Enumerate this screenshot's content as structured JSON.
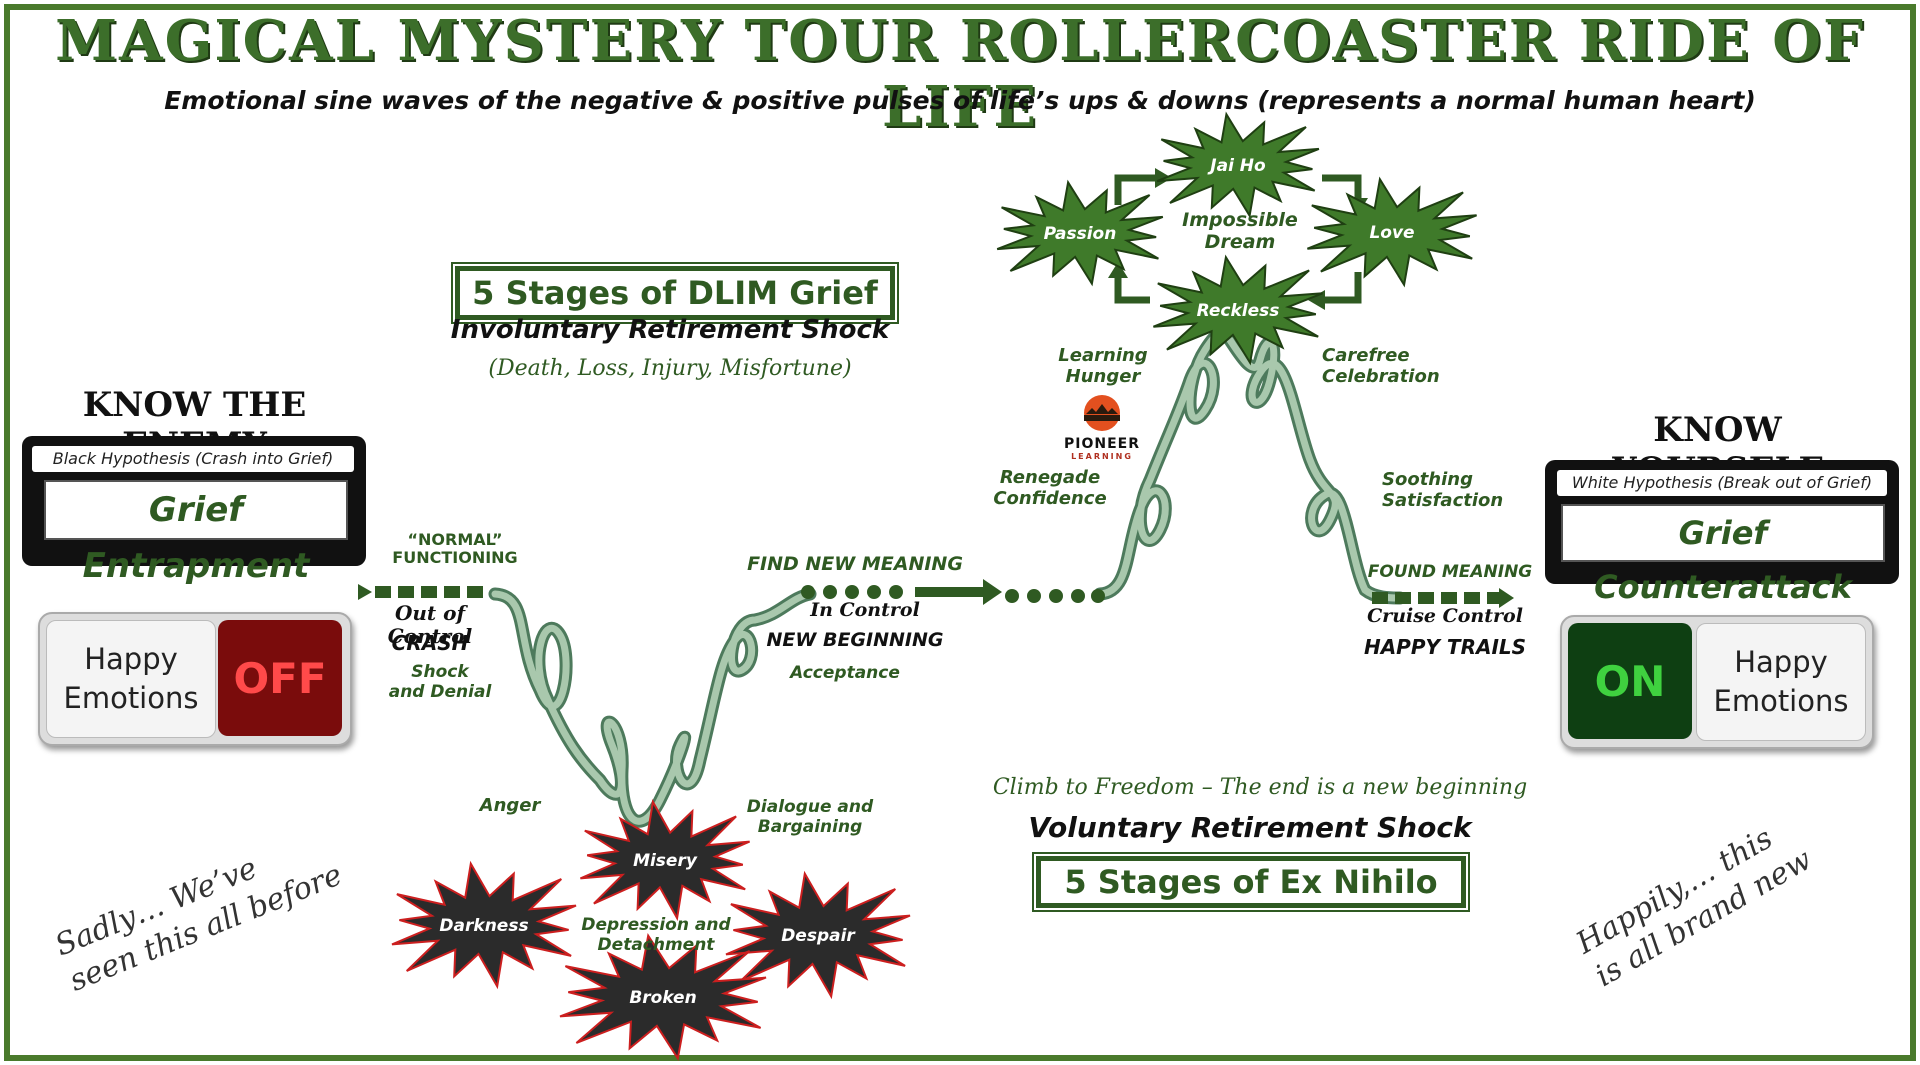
{
  "title": "MAGICAL MYSTERY TOUR ROLLERCOASTER RIDE OF LIFE",
  "subtitle": "Emotional sine waves of the negative & positive pulses of life’s ups & downs (represents a normal human heart)",
  "left_panel": {
    "heading": "KNOW THE ENEMY",
    "hypothesis": "Black Hypothesis (Crash into Grief)",
    "label": "Grief Entrapment",
    "switch_text_line1": "Happy",
    "switch_text_line2": "Emotions",
    "switch_state": "OFF"
  },
  "right_panel": {
    "heading": "KNOW YOURSELF",
    "hypothesis": "White Hypothesis (Break out of Grief)",
    "label": "Grief Counterattack",
    "switch_text_line1": "Happy",
    "switch_text_line2": "Emotions",
    "switch_state": "ON"
  },
  "grief_box": {
    "title": "5 Stages of DLIM Grief",
    "subtitle": "Involuntary Retirement Shock",
    "note": "(Death, Loss, Injury, Misfortune)"
  },
  "nihilo_box": {
    "title": "5 Stages of Ex Nihilo",
    "subtitle": "Voluntary Retirement Shock",
    "note": "Climb to Freedom – The end is a new beginning"
  },
  "labels": {
    "normal_line1": "“NORMAL”",
    "normal_line2": "FUNCTIONING",
    "out_of_control": "Out of Control",
    "crash": "CRASH",
    "shock_line1": "Shock",
    "shock_line2": "and Denial",
    "anger": "Anger",
    "dialogue_line1": "Dialogue and",
    "dialogue_line2": "Bargaining",
    "depression_line1": "Depression and",
    "depression_line2": "Detachment",
    "find_new_meaning": "FIND NEW MEANING",
    "in_control": "In Control",
    "new_beginning": "NEW BEGINNING",
    "acceptance": "Acceptance",
    "learning_line1": "Learning",
    "learning_line2": "Hunger",
    "renegade_line1": "Renegade",
    "renegade_line2": "Confidence",
    "carefree_line1": "Carefree",
    "carefree_line2": "Celebration",
    "soothing_line1": "Soothing",
    "soothing_line2": "Satisfaction",
    "found_meaning": "FOUND MEANING",
    "cruise_control": "Cruise Control",
    "happy_trails": "HAPPY TRAILS",
    "impossible_line1": "Impossible",
    "impossible_line2": "Dream"
  },
  "logo": {
    "line1": "PIONEER",
    "line2": "LEARNING"
  },
  "dark_stars": [
    "Misery",
    "Darkness",
    "Despair",
    "Broken"
  ],
  "green_stars": [
    "Jai Ho",
    "Passion",
    "Love",
    "Reckless"
  ],
  "handwritten_left": [
    "Sadly… We’ve",
    "seen this all before"
  ],
  "handwritten_right": [
    "Happily,… this",
    "is all brand new"
  ],
  "colors": {
    "border_green": "#4a7a2c",
    "text_green": "#2f5a22",
    "track_green": "#6f9a7a",
    "star_green": "#3f7a2a",
    "star_dark": "#2b2b2b",
    "star_red_edge": "#cc1f1f",
    "off_red": "#7a0c0c",
    "on_green": "#0e3f12"
  }
}
